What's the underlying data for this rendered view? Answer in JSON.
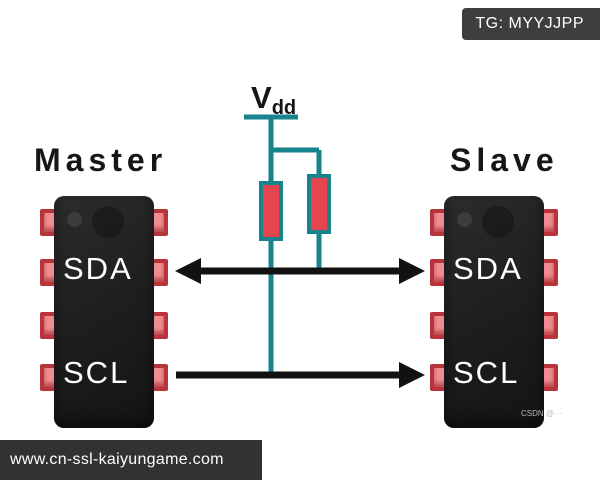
{
  "badge": {
    "text": "TG: MYYJJPP"
  },
  "circuit": {
    "vdd_main": "V",
    "vdd_sub": "dd"
  },
  "master": {
    "title": "Master",
    "pin_label_1": "SDA",
    "pin_label_2": "SCL"
  },
  "slave": {
    "title": "Slave",
    "pin_label_1": "SDA",
    "pin_label_2": "SCL"
  },
  "watermark": "CSDN @···",
  "footer": {
    "url": "www.cn-ssl-kaiyungame.com"
  },
  "colors": {
    "wire_teal": "#17838c",
    "resistor_fill": "#e8444d",
    "chip_body": "#1d1d1d",
    "pin_fill": "#ef8d92",
    "pin_border": "#b9333b",
    "arrow_black": "#111111",
    "badge_bg": "#3e3e3e",
    "footer_bg": "#323232"
  }
}
